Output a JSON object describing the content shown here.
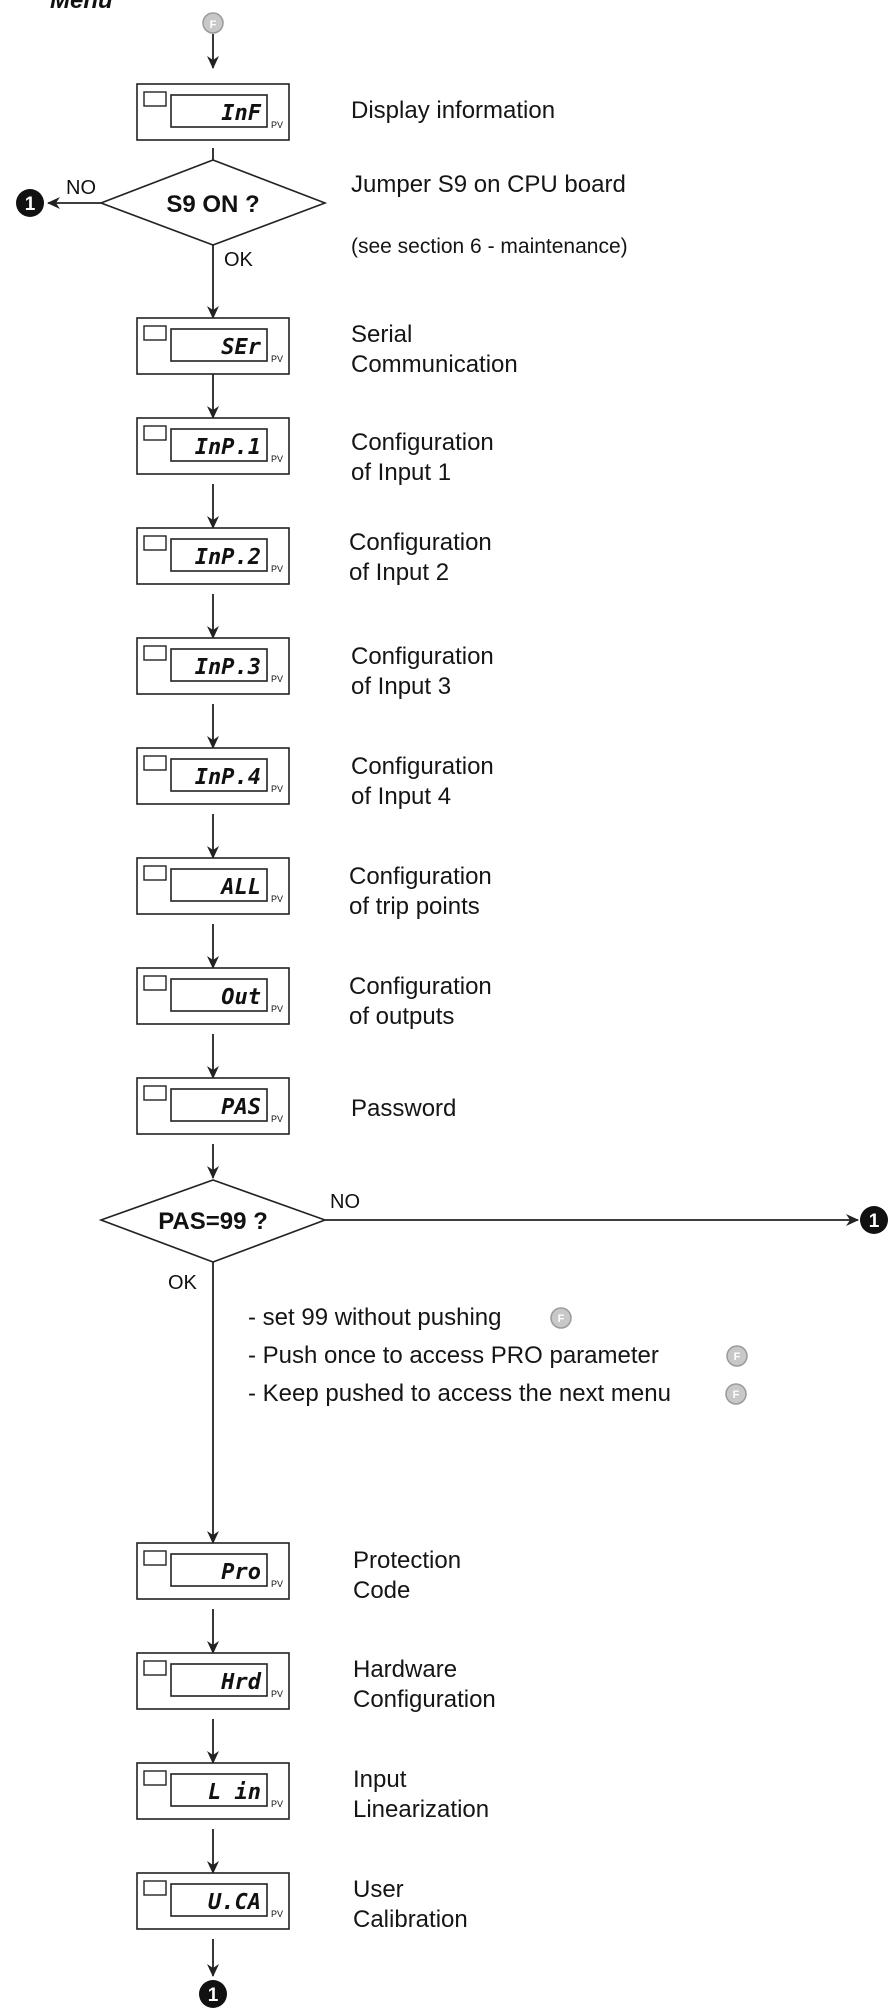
{
  "header": {
    "menu_label": "Menu",
    "top_key": "F"
  },
  "colors": {
    "line": "#222222",
    "key_fill": "#c8c8c8",
    "key_ring": "#9a9a9a",
    "node_fill": "#111111"
  },
  "displays": [
    {
      "code": "InF",
      "pv": "PV",
      "label": [
        "Display information"
      ]
    },
    {
      "code": "SEr",
      "pv": "PV",
      "label": [
        "Serial",
        "Communication"
      ]
    },
    {
      "code": "InP.1",
      "pv": "PV",
      "label": [
        "Configuration",
        "of Input 1"
      ]
    },
    {
      "code": "InP.2",
      "pv": "PV",
      "label": [
        "Configuration",
        "of Input 2"
      ]
    },
    {
      "code": "InP.3",
      "pv": "PV",
      "label": [
        "Configuration",
        "of Input 3"
      ]
    },
    {
      "code": "InP.4",
      "pv": "PV",
      "label": [
        "Configuration",
        "of Input 4"
      ]
    },
    {
      "code": "ALL",
      "pv": "PV",
      "label": [
        "Configuration",
        "of trip points"
      ]
    },
    {
      "code": "Out",
      "pv": "PV",
      "label": [
        "Configuration",
        "of outputs"
      ]
    },
    {
      "code": "PAS",
      "pv": "PV",
      "label": [
        "Password"
      ]
    },
    {
      "code": "Pro",
      "pv": "PV",
      "label": [
        "Protection",
        "Code"
      ]
    },
    {
      "code": "Hrd",
      "pv": "PV",
      "label": [
        "Hardware",
        "Configuration"
      ]
    },
    {
      "code": "L in",
      "pv": "PV",
      "label": [
        "Input",
        "Linearization"
      ]
    },
    {
      "code": "U.CA",
      "pv": "PV",
      "label": [
        "User",
        "Calibration"
      ]
    }
  ],
  "decisions": [
    {
      "text": "S9 ON ?",
      "no": "NO",
      "ok": "OK",
      "note": "Jumper S9 on CPU board",
      "note2": "(see section 6 - maintenance)"
    },
    {
      "text": "PAS=99 ?",
      "no": "NO",
      "ok": "OK"
    }
  ],
  "instructions": [
    "- set 99 without pushing",
    "- Push once to access PRO parameter",
    "- Keep pushed to access the next menu"
  ],
  "node_label": "1"
}
